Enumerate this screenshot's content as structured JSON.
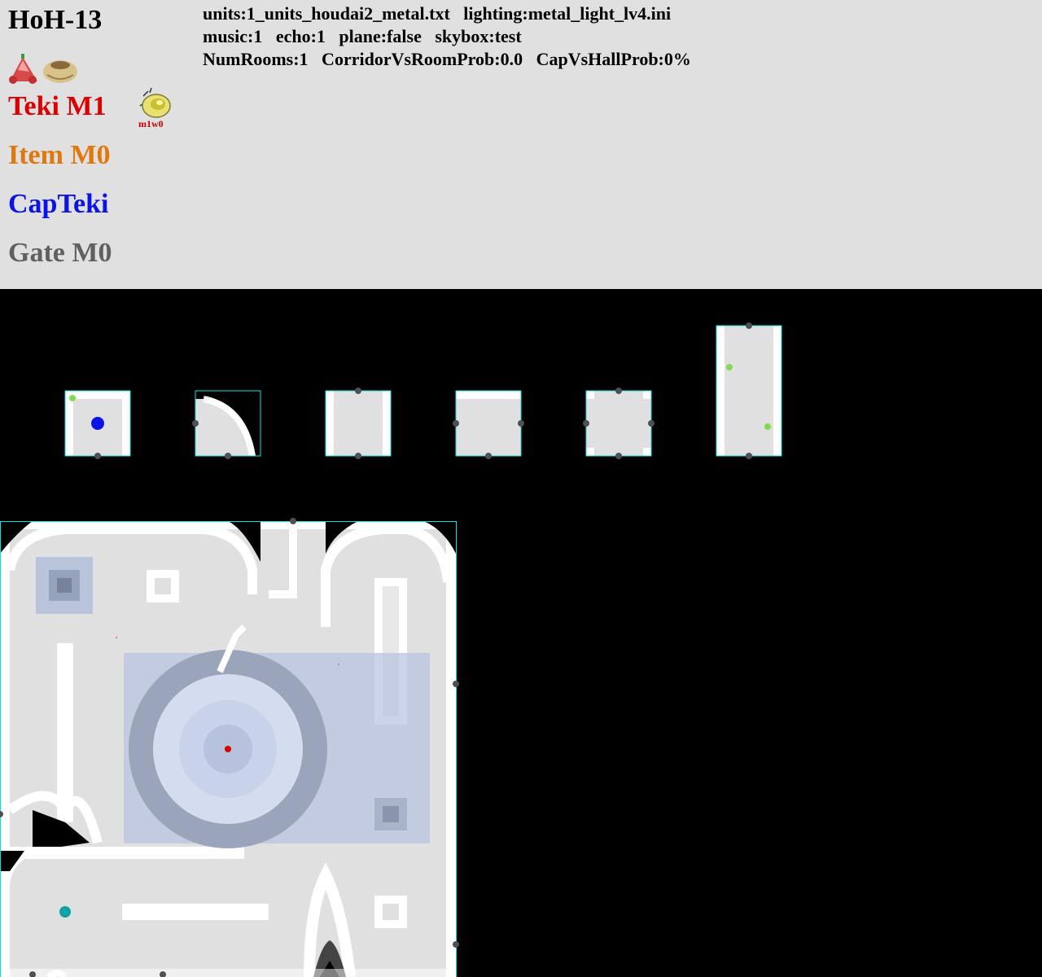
{
  "header": {
    "sublevel": "HoH-13",
    "info_lines": [
      "units:1_units_houdai2_metal.txt   lighting:metal_light_lv4.ini",
      "music:1   echo:1   plane:false   skybox:test",
      "NumRooms:1   CorridorVsRoomProb:0.0   CapVsHallProb:0%"
    ],
    "legend": {
      "teki": "Teki M1",
      "item": "Item M0",
      "capteki": "CapTeki",
      "gate": "Gate M0"
    },
    "treasure_icons": [
      "flower-treasure-icon",
      "pot-treasure-icon"
    ],
    "enemy_icon": "yellow-wollywog-icon",
    "enemy_label": "m1w0"
  },
  "colors": {
    "background": "#e0e0e0",
    "teki": "#dd0000",
    "item": "#e07810",
    "capteki": "#0a14e6",
    "gate": "#606060",
    "unit_outline": "#00e6e6",
    "door": "#505050",
    "spawn_green": "#7fdc50",
    "spawn_blue": "#0a14e6",
    "spawn_red": "#dd0000",
    "spawn_teal": "#10a0a0"
  }
}
